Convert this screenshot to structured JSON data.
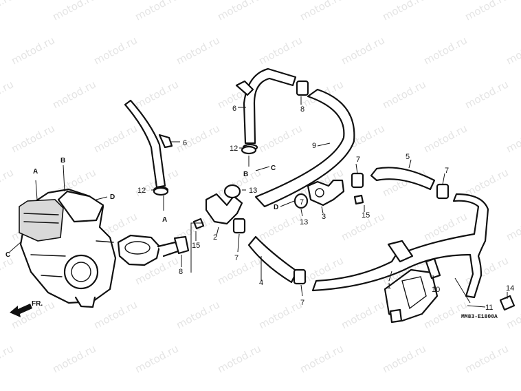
{
  "watermark": "motod.ru",
  "diagram_code": "MM83-E1800A",
  "front_label": "FR.",
  "callouts": [
    "1",
    "2",
    "3",
    "4",
    "5",
    "6",
    "6",
    "7",
    "7",
    "7",
    "7",
    "7",
    "8",
    "8",
    "9",
    "10",
    "11",
    "12",
    "12",
    "13",
    "13",
    "14",
    "15",
    "15"
  ],
  "connections": [
    "A",
    "A",
    "B",
    "B",
    "C",
    "C",
    "D",
    "D"
  ]
}
